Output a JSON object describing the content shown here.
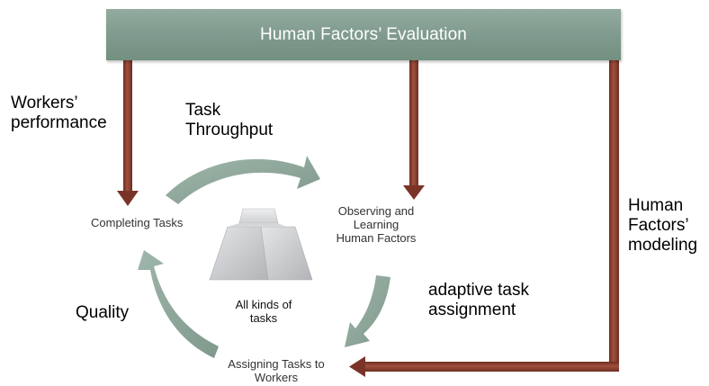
{
  "header": {
    "title": "Human Factors’ Evaluation"
  },
  "labels": {
    "workers_performance": [
      "Workers’",
      "performance"
    ],
    "task_throughput": [
      "Task",
      "Throughput"
    ],
    "human_factors_modeling": [
      "Human",
      "Factors’",
      "modeling"
    ],
    "adaptive_task_assignment": [
      "adaptive task",
      "assignment"
    ],
    "quality": "Quality"
  },
  "nodes": {
    "completing_tasks": "Completing Tasks",
    "observing": [
      "Observing and",
      "Learning",
      "Human Factors"
    ],
    "assigning": [
      "Assigning Tasks to",
      "Workers"
    ],
    "all_tasks": [
      "All kinds of",
      "tasks"
    ]
  },
  "colors": {
    "header": "#7f9b8e",
    "down_arrow": "#8a3f30",
    "cycle_arrow": "#8fa89c",
    "tasks_icon": "#c9cacc"
  }
}
